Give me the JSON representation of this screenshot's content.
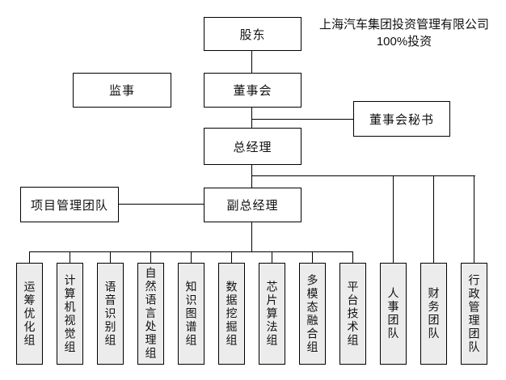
{
  "diagram_type": "org-chart",
  "annotation": {
    "line1": "上海汽车集团投资管理有限公司",
    "line2": "100%投资"
  },
  "nodes": {
    "shareholder": "股东",
    "supervisor": "监事",
    "board": "董事会",
    "board_secretary": "董事会秘书",
    "general_manager": "总经理",
    "project_team": "项目管理团队",
    "deputy_general_manager": "副总经理"
  },
  "departments": [
    "运筹优化组",
    "计算机视觉组",
    "语音识别组",
    "自然语言处理组",
    "知识图谱组",
    "数据挖掘组",
    "芯片算法组",
    "多模态融合组",
    "平台技术组",
    "人事团队",
    "财务团队",
    "行政管理团队"
  ],
  "edges": [
    "股东 -> 董事会",
    "董事会 -> 总经理",
    "董事会/总经理连线 -> 董事会秘书",
    "总经理 -> 副总经理",
    "总经理/副总经理连线 -> 人事团队",
    "总经理/副总经理连线 -> 财务团队",
    "总经理/副总经理连线 -> 行政管理团队",
    "项目管理团队 - 副总经理",
    "副总经理 -> 运筹优化组",
    "副总经理 -> 计算机视觉组",
    "副总经理 -> 语音识别组",
    "副总经理 -> 自然语言处理组",
    "副总经理 -> 知识图谱组",
    "副总经理 -> 数据挖掘组",
    "副总经理 -> 芯片算法组",
    "副总经理 -> 多模态融合组",
    "副总经理 -> 平台技术组"
  ],
  "colors": {
    "line": "#000000",
    "text": "#111111",
    "background": "#ffffff",
    "department_fill": "#ececec",
    "box_fill": "#ffffff"
  }
}
